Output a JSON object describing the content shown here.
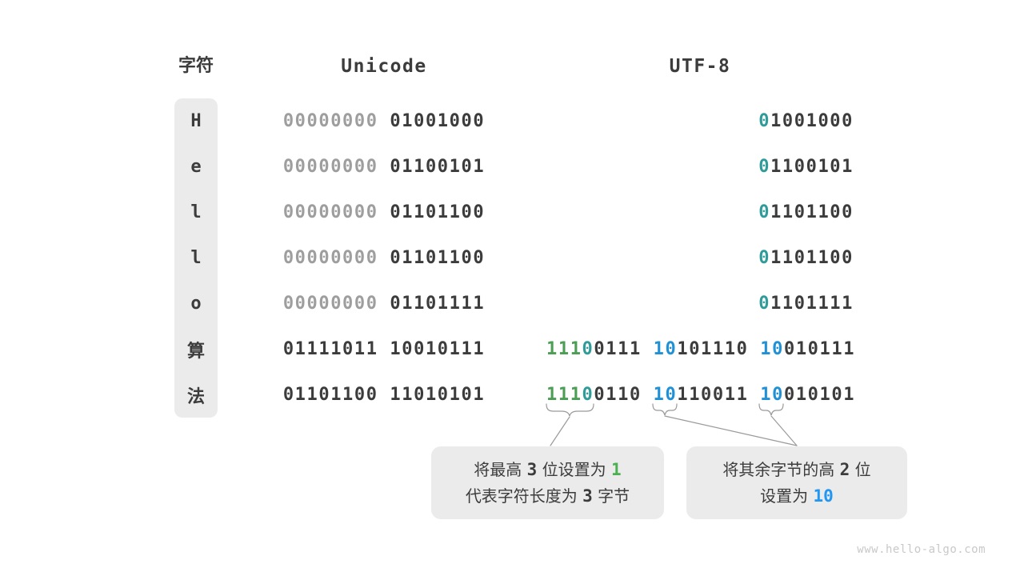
{
  "page": {
    "watermark": "www.hello-algo.com"
  },
  "colors": {
    "dark": "#3c3c3c",
    "gray": "#9e9e9e",
    "green": "#4c9e55",
    "teal": "#2f9c9a",
    "blue": "#2191d6",
    "callout_green": "#4caf50",
    "callout_blue": "#2196f3"
  },
  "headers": {
    "char": "字符",
    "unicode": "Unicode",
    "utf8": "UTF-8"
  },
  "table": {
    "rows": [
      {
        "char": "H",
        "unicode": [
          {
            "t": "00000000",
            "c": "gray"
          },
          {
            "t": " 01001000",
            "c": "dark"
          }
        ],
        "utf8": [
          {
            "t": "0",
            "c": "teal"
          },
          {
            "t": "1001000",
            "c": "dark"
          }
        ]
      },
      {
        "char": "e",
        "unicode": [
          {
            "t": "00000000",
            "c": "gray"
          },
          {
            "t": " 01100101",
            "c": "dark"
          }
        ],
        "utf8": [
          {
            "t": "0",
            "c": "teal"
          },
          {
            "t": "1100101",
            "c": "dark"
          }
        ]
      },
      {
        "char": "l",
        "unicode": [
          {
            "t": "00000000",
            "c": "gray"
          },
          {
            "t": " 01101100",
            "c": "dark"
          }
        ],
        "utf8": [
          {
            "t": "0",
            "c": "teal"
          },
          {
            "t": "1101100",
            "c": "dark"
          }
        ]
      },
      {
        "char": "l",
        "unicode": [
          {
            "t": "00000000",
            "c": "gray"
          },
          {
            "t": " 01101100",
            "c": "dark"
          }
        ],
        "utf8": [
          {
            "t": "0",
            "c": "teal"
          },
          {
            "t": "1101100",
            "c": "dark"
          }
        ]
      },
      {
        "char": "o",
        "unicode": [
          {
            "t": "00000000",
            "c": "gray"
          },
          {
            "t": " 01101111",
            "c": "dark"
          }
        ],
        "utf8": [
          {
            "t": "0",
            "c": "teal"
          },
          {
            "t": "1101111",
            "c": "dark"
          }
        ]
      },
      {
        "char": "算",
        "unicode": [
          {
            "t": "01111011 10010111",
            "c": "dark"
          }
        ],
        "utf8": [
          {
            "t": "111",
            "c": "green"
          },
          {
            "t": "0",
            "c": "teal"
          },
          {
            "t": "0111 ",
            "c": "dark"
          },
          {
            "t": "10",
            "c": "blue"
          },
          {
            "t": "101110 ",
            "c": "dark"
          },
          {
            "t": "10",
            "c": "blue"
          },
          {
            "t": "010111",
            "c": "dark"
          }
        ]
      },
      {
        "char": "法",
        "unicode": [
          {
            "t": "01101100 11010101",
            "c": "dark"
          }
        ],
        "utf8": [
          {
            "t": "111",
            "c": "green"
          },
          {
            "t": "0",
            "c": "teal"
          },
          {
            "t": "0110 ",
            "c": "dark"
          },
          {
            "t": "10",
            "c": "blue"
          },
          {
            "t": "110011 ",
            "c": "dark"
          },
          {
            "t": "10",
            "c": "blue"
          },
          {
            "t": "010101",
            "c": "dark"
          }
        ]
      }
    ]
  },
  "callouts": {
    "left": {
      "line1": [
        {
          "t": "将最高 ",
          "c": "dark"
        },
        {
          "t": "3",
          "c": "dark",
          "m": true
        },
        {
          "t": " 位设置为 ",
          "c": "dark"
        },
        {
          "t": "1",
          "c": "callout_green",
          "m": true
        }
      ],
      "line2": [
        {
          "t": "代表字符长度为 ",
          "c": "dark"
        },
        {
          "t": "3",
          "c": "dark",
          "m": true
        },
        {
          "t": " 字节",
          "c": "dark"
        }
      ]
    },
    "right": {
      "line1": [
        {
          "t": "将其余字节的高 ",
          "c": "dark"
        },
        {
          "t": "2",
          "c": "dark",
          "m": true
        },
        {
          "t": " 位",
          "c": "dark"
        }
      ],
      "line2": [
        {
          "t": "设置为 ",
          "c": "dark"
        },
        {
          "t": "10",
          "c": "callout_blue",
          "m": true
        }
      ]
    }
  }
}
